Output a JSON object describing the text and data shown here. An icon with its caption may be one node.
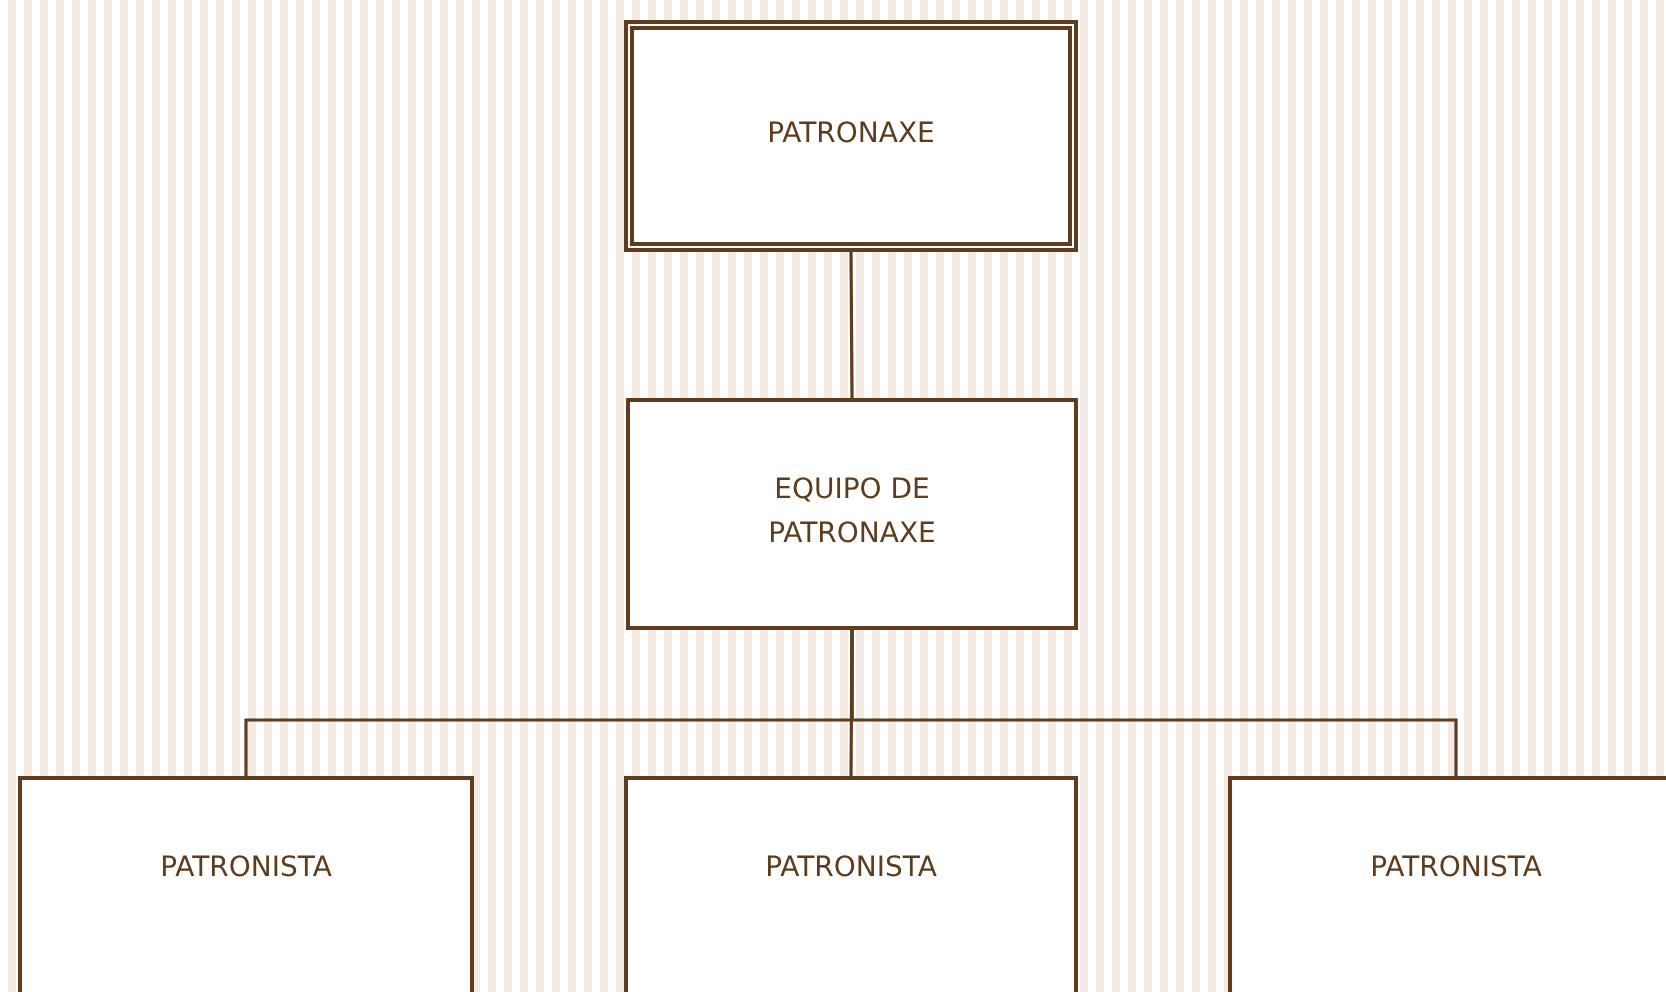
{
  "diagram": {
    "nodes": [
      {
        "text": [
          "PATRONAXE"
        ]
      },
      {
        "text": [
          "EQUIPO DE PATRONAXE"
        ]
      },
      {
        "text": [
          "PATRONISTA"
        ]
      },
      {
        "text": [
          "PATRONISTA"
        ]
      },
      {
        "text": [
          "PATRONISTA"
        ]
      }
    ],
    "edges": [
      {
        "from": 0,
        "to": 1,
        "arrow": "none"
      },
      {
        "from": 1,
        "to": 2,
        "arrow": "none"
      },
      {
        "from": 1,
        "to": 3,
        "arrow": "none"
      },
      {
        "from": 1,
        "to": 4,
        "arrow": "none"
      }
    ]
  }
}
